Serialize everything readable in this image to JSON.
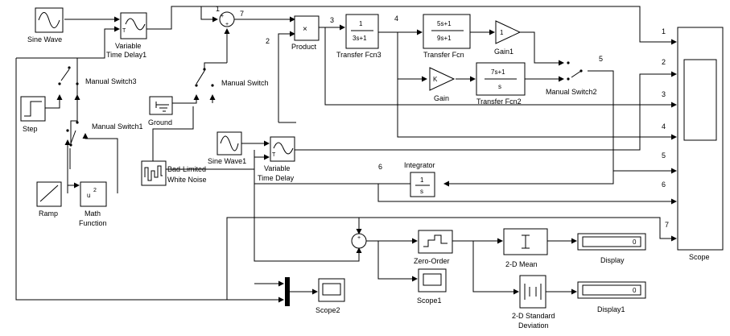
{
  "blocks": {
    "sine_wave": "Sine Wave",
    "variable_time_delay1": [
      "Variable",
      "Time Delay1"
    ],
    "product": "Product",
    "transfer_fcn3": "Transfer Fcn3",
    "transfer_fcn3_num": "1",
    "transfer_fcn3_den": "3s+1",
    "transfer_fcn": "Transfer Fcn",
    "transfer_fcn_num": "5s+1",
    "transfer_fcn_den": "9s+1",
    "gain1": "Gain1",
    "gain1_value": "1",
    "gain": "Gain",
    "gain_value": "K",
    "transfer_fcn2": "Transfer Fcn2",
    "transfer_fcn2_num": "7s+1",
    "transfer_fcn2_den": "s",
    "manual_switch2": "Manual Switch2",
    "manual_switch3": "Manual Switch3",
    "manual_switch": "Manual Switch",
    "manual_switch1": "Manual Switch1",
    "step": "Step",
    "ground": "Ground",
    "ramp": "Ramp",
    "math_function": [
      "Math",
      "Function"
    ],
    "math_function_expr": "u",
    "math_function_exp": "2",
    "band_limited_noise": [
      "Bad-Limited",
      "White Noise"
    ],
    "sine_wave1": "Sine Wave1",
    "variable_time_delay": [
      "Variable",
      "Time Delay"
    ],
    "integrator": "Integrator",
    "integrator_num": "1",
    "integrator_den": "s",
    "zero_order": "Zero-Order",
    "scope1": "Scope1",
    "scope2": "Scope2",
    "scope": "Scope",
    "mean_2d": "2-D Mean",
    "std_2d": [
      "2-D Standard",
      "Deviation"
    ],
    "display": "Display",
    "display_value": "0",
    "display1": "Display1",
    "display1_value": "0",
    "vtd_icon_text": "T",
    "sum_signs": {
      "plus": "+"
    },
    "product_symbol": "×"
  },
  "signal_numbers": {
    "s1": "1",
    "s2": "2",
    "s3": "3",
    "s4": "4",
    "s5": "5",
    "s6": "6",
    "s7": "7"
  },
  "scope_ports": [
    "1",
    "2",
    "3",
    "4",
    "5",
    "6",
    "7"
  ]
}
